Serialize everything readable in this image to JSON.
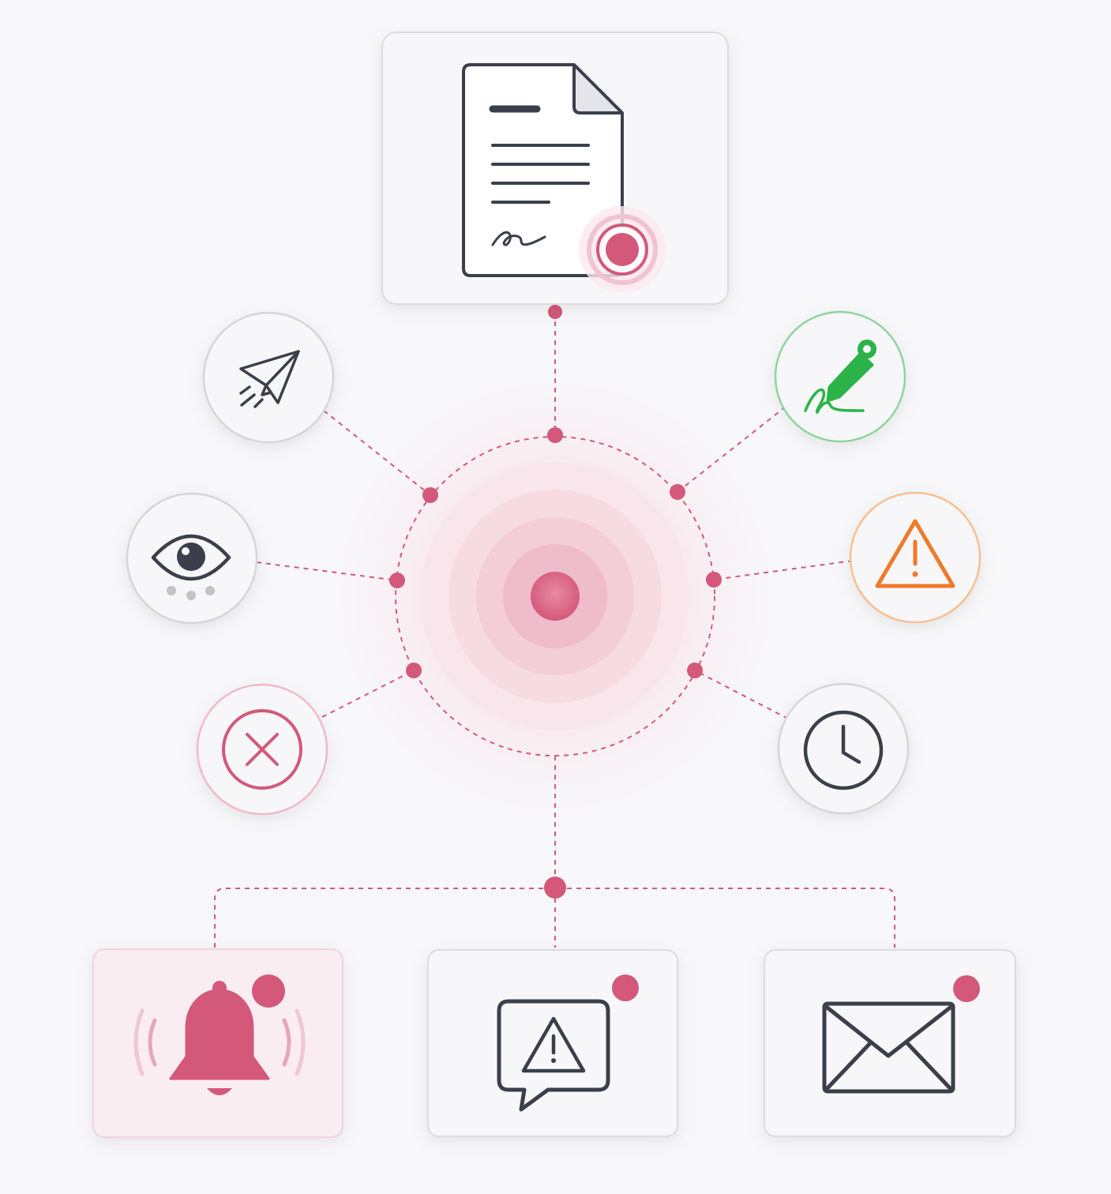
{
  "colors": {
    "accent": "#d4587a",
    "accent_soft": "#f9edf1",
    "ink": "#3a3f4b",
    "green": "#2bb34a",
    "orange": "#f07a2a",
    "card_border": "#dcdce0",
    "background": "#f8f8fa"
  },
  "hub": {
    "icon": "pulse-hub-icon"
  },
  "document": {
    "icon": "signed-document-icon",
    "status": "recording-dot-icon"
  },
  "status_nodes": [
    {
      "key": "sent",
      "icon": "paper-plane-icon",
      "tone": "neutral"
    },
    {
      "key": "signed",
      "icon": "pen-signature-icon",
      "tone": "green"
    },
    {
      "key": "viewed",
      "icon": "eye-icon",
      "tone": "neutral"
    },
    {
      "key": "warning",
      "icon": "warning-triangle-icon",
      "tone": "orange"
    },
    {
      "key": "declined",
      "icon": "x-circle-icon",
      "tone": "pink"
    },
    {
      "key": "pending",
      "icon": "clock-icon",
      "tone": "neutral"
    }
  ],
  "notifications": [
    {
      "key": "bell",
      "icon": "ringing-bell-icon",
      "badge": true,
      "highlighted": true
    },
    {
      "key": "alert",
      "icon": "alert-chat-bubble-icon",
      "badge": true,
      "highlighted": false
    },
    {
      "key": "email",
      "icon": "envelope-icon",
      "badge": true,
      "highlighted": false
    }
  ]
}
